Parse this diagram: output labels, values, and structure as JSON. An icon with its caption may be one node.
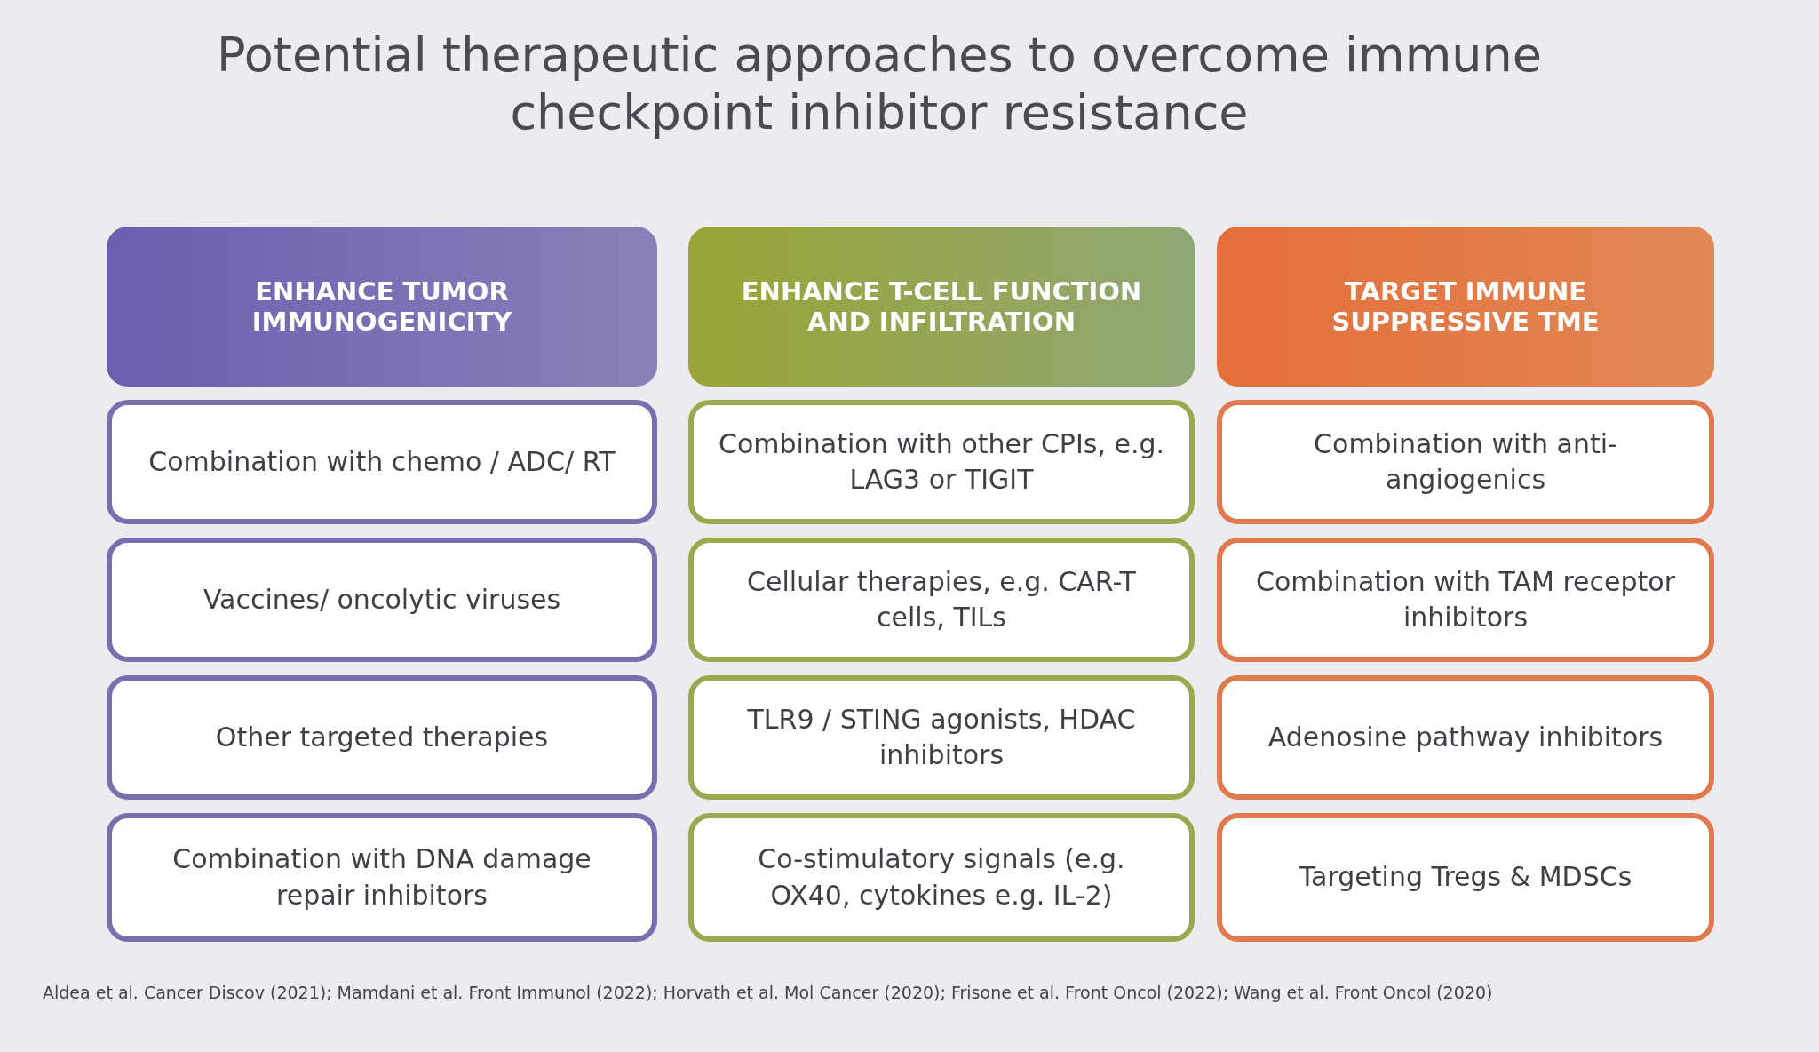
{
  "diagram": {
    "title": "Potential therapeutic approaches to overcome immune checkpoint inhibitor resistance",
    "caption": "Aldea et al. Cancer Discov (2021); Mamdani et al. Front Immunol (2022); Horvath et al. Mol Cancer (2020); Frisone et al. Front Oncol (2022); Wang et al. Front Oncol (2020)",
    "nodes": [
      {
        "text": [
          "ENHANCE TUMOR IMMUNOGENICITY"
        ]
      },
      {
        "text": [
          "ENHANCE T-CELL FUNCTION AND INFILTRATION"
        ]
      },
      {
        "text": [
          "TARGET IMMUNE SUPPRESSIVE TME"
        ]
      },
      {
        "text": [
          "Combination with chemo / ADC/ RT"
        ]
      },
      {
        "text": [
          "Combination with other CPIs, e.g. LAG3 or TIGIT"
        ]
      },
      {
        "text": [
          "Combination with anti-angiogenics"
        ]
      },
      {
        "text": [
          "Vaccines/ oncolytic viruses"
        ]
      },
      {
        "text": [
          "Cellular therapies, e.g. CAR-T cells, TILs"
        ]
      },
      {
        "text": [
          "Combination with TAM receptor inhibitors"
        ]
      },
      {
        "text": [
          "Other targeted therapies"
        ]
      },
      {
        "text": [
          "TLR9 / STING agonists, HDAC inhibitors"
        ]
      },
      {
        "text": [
          "Adenosine pathway inhibitors"
        ]
      },
      {
        "text": [
          "Combination with DNA damage repair inhibitors"
        ]
      },
      {
        "text": [
          "Co-stimulatory signals (e.g. OX40, cytokines e.g. IL-2)"
        ]
      },
      {
        "text": [
          "Targeting Tregs & MDSCs"
        ]
      }
    ]
  }
}
